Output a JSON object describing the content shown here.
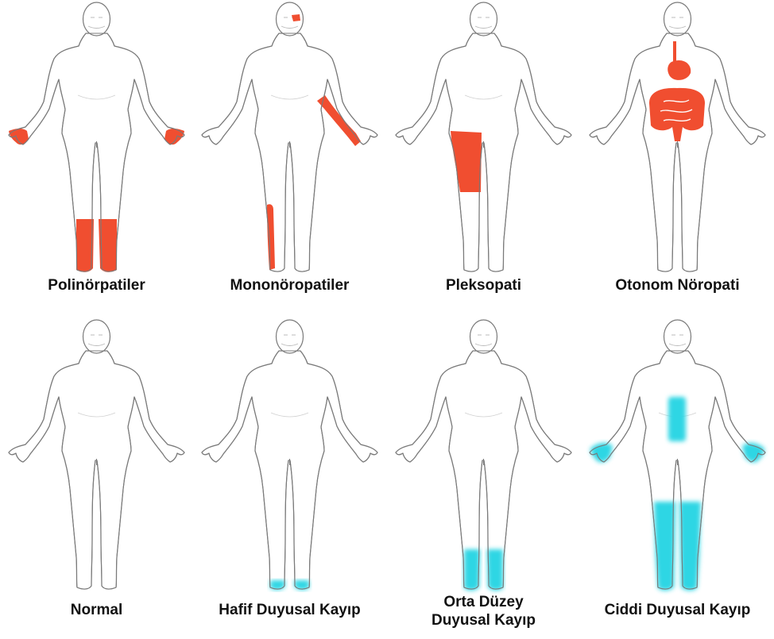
{
  "colors": {
    "outline": "#7a7a7a",
    "neuropathy_red": "#f04e30",
    "sensory_cyan": "#2fd6e4"
  },
  "rows": [
    {
      "name": "neuropathy-types",
      "panels": [
        {
          "id": "polyneuropathy",
          "caption_lines": [
            "Polinörpatiler"
          ],
          "highlight": "hands-and-lower-legs",
          "color_key": "neuropathy_red"
        },
        {
          "id": "mononeuropathy",
          "caption_lines": [
            "Mononöropatiler"
          ],
          "highlight": "eye-left-arm-right-shin",
          "color_key": "neuropathy_red"
        },
        {
          "id": "plexopathy",
          "caption_lines": [
            "Pleksopati"
          ],
          "highlight": "right-thigh",
          "color_key": "neuropathy_red"
        },
        {
          "id": "autonomic-neuropathy",
          "caption_lines": [
            "Otonom Nöropati"
          ],
          "highlight": "digestive-organs",
          "color_key": "neuropathy_red"
        }
      ]
    },
    {
      "name": "sensory-loss-levels",
      "panels": [
        {
          "id": "normal",
          "caption_lines": [
            "Normal"
          ],
          "highlight": "none",
          "color_key": "sensory_cyan"
        },
        {
          "id": "mild-sensory-loss",
          "caption_lines": [
            "Hafif Duyusal Kayıp"
          ],
          "highlight": "feet",
          "color_key": "sensory_cyan"
        },
        {
          "id": "moderate-sensory-loss",
          "caption_lines": [
            "Orta Düzey",
            "Duyusal Kayıp"
          ],
          "highlight": "feet-and-ankles",
          "color_key": "sensory_cyan"
        },
        {
          "id": "severe-sensory-loss",
          "caption_lines": [
            "Ciddi Duyusal Kayıp"
          ],
          "highlight": "lower-legs-hands-midtorso",
          "color_key": "sensory_cyan"
        }
      ]
    }
  ]
}
